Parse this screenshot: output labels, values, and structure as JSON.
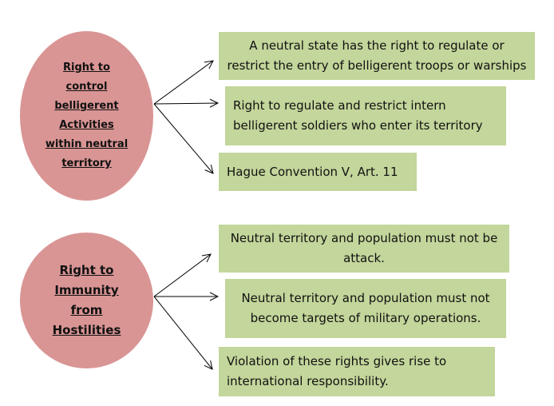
{
  "groups": [
    {
      "title": "Right to\ncontrol\nbelligerent\nActivities\nwithin neutral\nterritory",
      "items": [
        "A neutral state has the right to regulate or restrict the entry of belligerent troops or warships",
        "Right to regulate and restrict intern belligerent soldiers who enter its territory",
        "Hague Convention V, Art. 11"
      ]
    },
    {
      "title": "Right to\nImmunity\nfrom\nHostilities",
      "items": [
        "Neutral territory and population must not be attack.",
        "Neutral territory and population must not become targets of military operations.",
        "Violation of these rights gives rise to international responsibility."
      ]
    }
  ],
  "colors": {
    "ellipse": "#d99594",
    "box": "#c3d69b",
    "arrow": "#000000"
  }
}
